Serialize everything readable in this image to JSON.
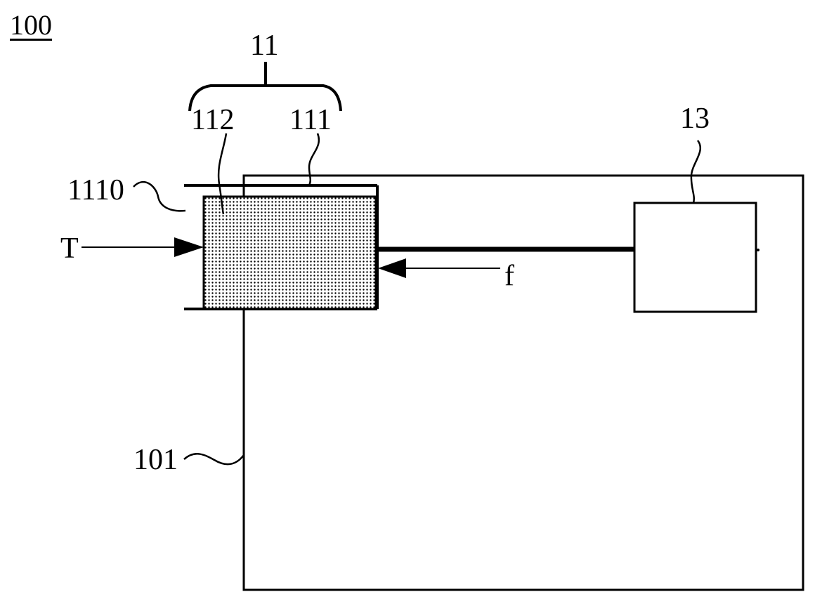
{
  "figure": {
    "number": "100",
    "labels": {
      "group": "11",
      "fill": "112",
      "cover": "111",
      "block": "13",
      "edge": "1110",
      "force_t": "T",
      "force_f": "f",
      "housing": "101"
    }
  },
  "colors": {
    "line": "#000000",
    "fill_dot": "#000000",
    "background": "#ffffff"
  }
}
